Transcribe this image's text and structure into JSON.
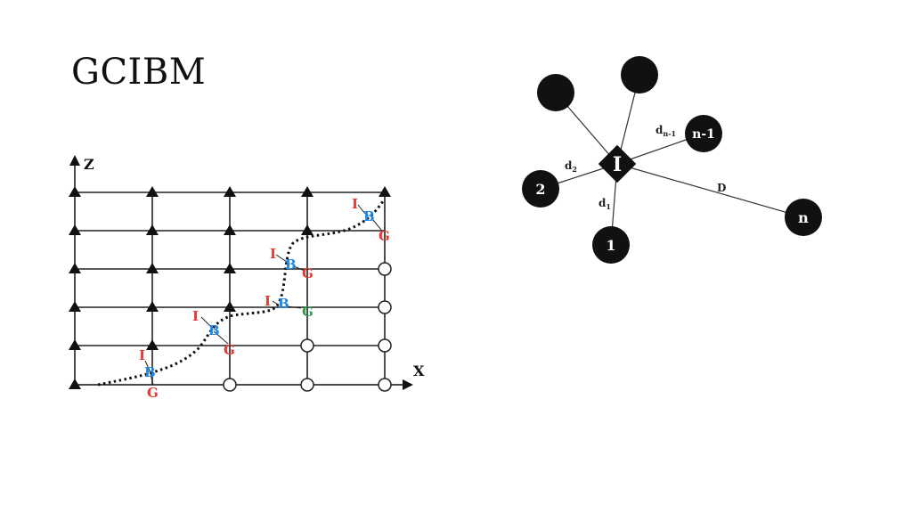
{
  "slide": {
    "title": "GCIBM"
  },
  "colors": {
    "ghost": "#e53935",
    "image": "#e53935",
    "boundary": "#1e88e5",
    "special_ghost": "#2e9e4f"
  },
  "grid_diagram": {
    "axis_z": "Z",
    "axis_x": "X",
    "point_I": "I",
    "point_B": "B",
    "point_G": "G",
    "levels": [
      {
        "I": "I",
        "B": "B",
        "G": "G"
      },
      {
        "I": "I",
        "B": "B",
        "G": "G"
      },
      {
        "I": "I",
        "B": "B",
        "G": "G"
      },
      {
        "I": "I",
        "B": "B",
        "G": "G"
      },
      {
        "I": "I",
        "B": "B",
        "G": "G"
      }
    ]
  },
  "interp_diagram": {
    "center": "I",
    "n1": "1",
    "n2": "2",
    "nn1": "n-1",
    "nn": "n",
    "d1": "d",
    "d1_sub": "1",
    "d2": "d",
    "d2_sub": "2",
    "dn1": "d",
    "dn1_sub": "n-1",
    "D": "D"
  }
}
